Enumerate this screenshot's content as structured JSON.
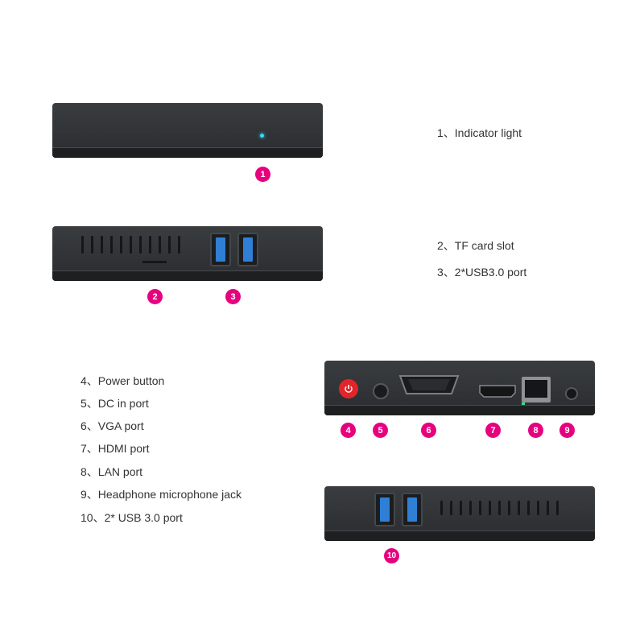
{
  "callouts": {
    "c1": "1",
    "c2": "2",
    "c3": "3",
    "c4": "4",
    "c5": "5",
    "c6": "6",
    "c7": "7",
    "c8": "8",
    "c9": "9",
    "c10": "10"
  },
  "labels": {
    "l1": "1、Indicator light",
    "l2": "2、TF card slot",
    "l3": "3、2*USB3.0 port",
    "l4": "4、Power button",
    "l5": "5、DC in port",
    "l6": "6、VGA port",
    "l7": "7、HDMI port",
    "l8": "8、LAN port",
    "l9": "9、Headphone microphone jack",
    "l10": "10、2* USB 3.0 port"
  },
  "colors": {
    "badge": "#e6007e",
    "device_body": "#2f3134",
    "usb_blue": "#2f7fd6",
    "led": "#39d7ff",
    "power_button": "#e0262b"
  },
  "icons": [
    "power-icon",
    "usb-icon",
    "vga-icon",
    "hdmi-icon",
    "ethernet-icon",
    "audio-jack-icon"
  ]
}
